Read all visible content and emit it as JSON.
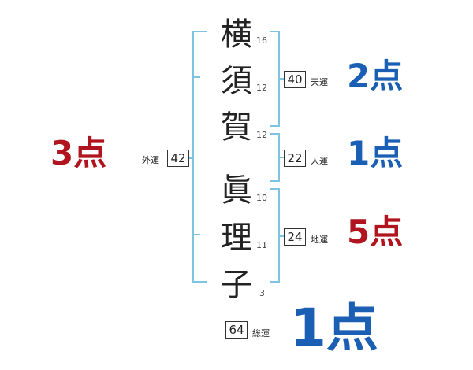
{
  "characters": [
    {
      "char": "横",
      "strokes": "16"
    },
    {
      "char": "須",
      "strokes": "12"
    },
    {
      "char": "賀",
      "strokes": "12"
    },
    {
      "char": "眞",
      "strokes": "10"
    },
    {
      "char": "理",
      "strokes": "11"
    },
    {
      "char": "子",
      "strokes": "3"
    }
  ],
  "fortunes": {
    "gaiun": {
      "value": "42",
      "label": "外運",
      "score": "3点",
      "color": "#b0141e"
    },
    "tenun": {
      "value": "40",
      "label": "天運",
      "score": "2点",
      "color": "#1a5fb4"
    },
    "jinun": {
      "value": "22",
      "label": "人運",
      "score": "1点",
      "color": "#1a5fb4"
    },
    "chiun": {
      "value": "24",
      "label": "地運",
      "score": "5点",
      "color": "#b0141e"
    },
    "souun": {
      "value": "64",
      "label": "総運",
      "score": "1点",
      "color": "#1a5fb4"
    }
  },
  "colors": {
    "bracket": "#7ec3e0"
  }
}
